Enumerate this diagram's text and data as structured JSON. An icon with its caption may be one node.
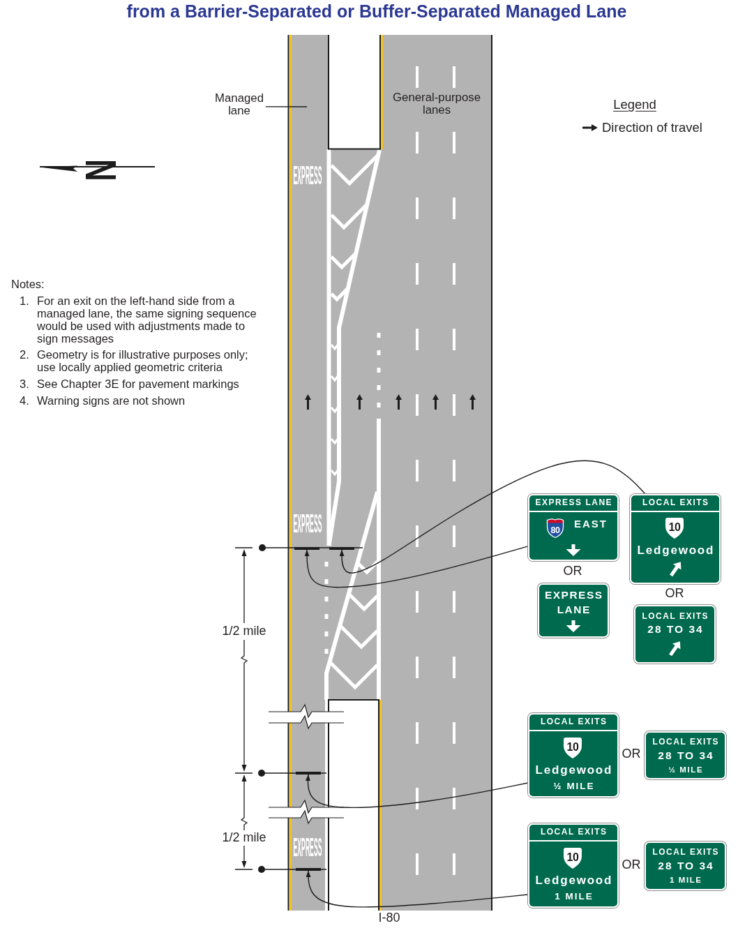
{
  "diagram": {
    "title": "from a Barrier-Separated or Buffer-Separated Managed Lane",
    "nodes": [
      {
        "text": [
          "Managed lane"
        ]
      },
      {
        "text": [
          "EXPRESS LANE",
          "EAST"
        ]
      },
      {
        "text": [
          "80"
        ],
        "in": 1
      },
      {
        "text": [
          "LOCAL EXITS",
          "Ledgewood"
        ]
      },
      {
        "text": [
          "10"
        ],
        "in": 3
      },
      {
        "text": [],
        "shape": "bar"
      },
      {
        "text": [],
        "shape": "bar"
      },
      {
        "text": [
          "EXPRESS LANE"
        ]
      },
      {
        "text": [
          "LOCAL EXITS",
          "28 TO 34"
        ]
      },
      {
        "text": [
          "LOCAL EXITS",
          "Ledgewood",
          "½ MILE"
        ]
      },
      {
        "text": [
          "10"
        ],
        "in": 9
      },
      {
        "text": [
          "LOCAL EXITS",
          "28 TO 34",
          "½ MILE"
        ]
      },
      {
        "text": [],
        "shape": "bar"
      },
      {
        "text": [
          "LOCAL EXITS",
          "Ledgewood",
          "1 MILE"
        ]
      },
      {
        "text": [
          "10"
        ],
        "in": 13
      },
      {
        "text": [
          "LOCAL EXITS",
          "28 TO 34",
          "1 MILE"
        ]
      },
      {
        "text": [],
        "shape": "bar"
      }
    ],
    "edges": [
      {
        "from": 0,
        "to": null,
        "arrow": "none"
      },
      {
        "from": 1,
        "to": 5,
        "arrow": "to"
      },
      {
        "from": 3,
        "to": 6,
        "arrow": "to"
      },
      {
        "from": 9,
        "to": 12,
        "arrow": "to"
      },
      {
        "from": 13,
        "to": 16,
        "arrow": "to"
      }
    ],
    "labels": [
      "General-purpose lanes",
      "Legend",
      "N",
      "EXPRESS",
      "Notes:",
      "1.",
      "For an exit on the left-hand side from a managed lane, the same signing sequence would be used with adjustments made to sign messages",
      "2.",
      "Geometry is for illustrative purposes only; use locally applied geometric criteria",
      "3.",
      "See Chapter 3E for pavement markings",
      "4.",
      "Warning signs are not shown",
      "EXPRESS",
      "OR",
      "OR",
      "1/2 mile",
      "OR",
      "1/2 mile",
      "EXPRESS",
      "OR",
      "I-80"
    ],
    "legend": [
      {
        "text": "Direction of travel"
      }
    ]
  }
}
